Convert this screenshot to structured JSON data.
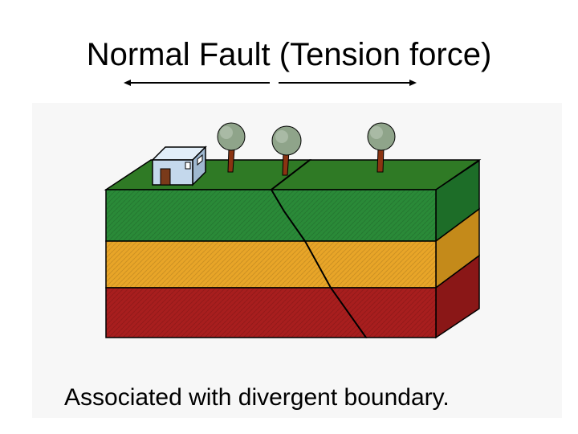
{
  "slide": {
    "title": "Normal Fault (Tension force)",
    "caption": "Associated with divergent boundary."
  },
  "colors": {
    "grass_top": "#2f7a25",
    "green_layer": "#2a8a38",
    "yellow_layer": "#e8a528",
    "red_layer": "#a81e1e",
    "tree_trunk": "#8b3412",
    "tree_crown": "#8fa48a",
    "house_wall": "#c4d8ec"
  },
  "icons": {
    "arrows": "double-headed-arrow-outward",
    "house": "house-icon",
    "trees": "tree-icon"
  }
}
